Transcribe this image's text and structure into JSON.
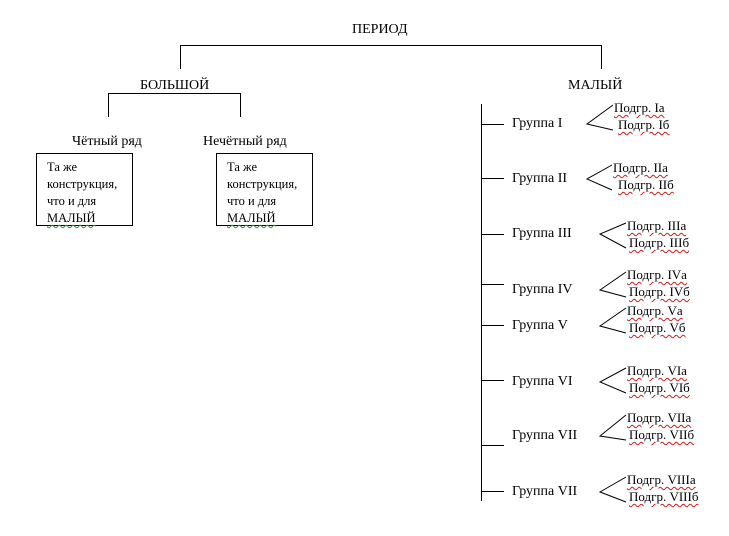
{
  "root": {
    "label": "ПЕРИОД"
  },
  "big": {
    "label": "БОЛЬШОЙ",
    "even": {
      "label": "Чётный ряд",
      "box_lines": [
        "Та же",
        "конструкция,",
        "что и для",
        "МАЛЫЙ"
      ]
    },
    "odd": {
      "label": "Нечётный ряд",
      "box_lines": [
        "Та же",
        "конструкция,",
        "что и для",
        "МАЛЫЙ"
      ]
    }
  },
  "small": {
    "label": "МАЛЫЙ",
    "groups": [
      {
        "label": "Группа I",
        "subgroups": [
          "Подгр. Iа",
          "Подгр. Iб"
        ]
      },
      {
        "label": "Группа II",
        "subgroups": [
          "Подгр. IIа",
          "Подгр. IIб"
        ]
      },
      {
        "label": "Группа III",
        "subgroups": [
          "Подгр. IIIа",
          "Подгр. IIIб"
        ]
      },
      {
        "label": "Группа IV",
        "subgroups": [
          "Подгр. IVа",
          "Подгр. IVб"
        ]
      },
      {
        "label": "Группа V",
        "subgroups": [
          "Подгр. Vа",
          "Подгр. Vб"
        ]
      },
      {
        "label": "Группа VI",
        "subgroups": [
          "Подгр. VIа",
          "Подгр. VIб"
        ]
      },
      {
        "label": "Группа VII",
        "subgroups": [
          "Подгр. VIIа",
          "Подгр. VIIб"
        ]
      },
      {
        "label": "Группа VII",
        "subgroups": [
          "Подгр. VIIIа",
          "Подгр. VIIIб"
        ]
      }
    ]
  }
}
